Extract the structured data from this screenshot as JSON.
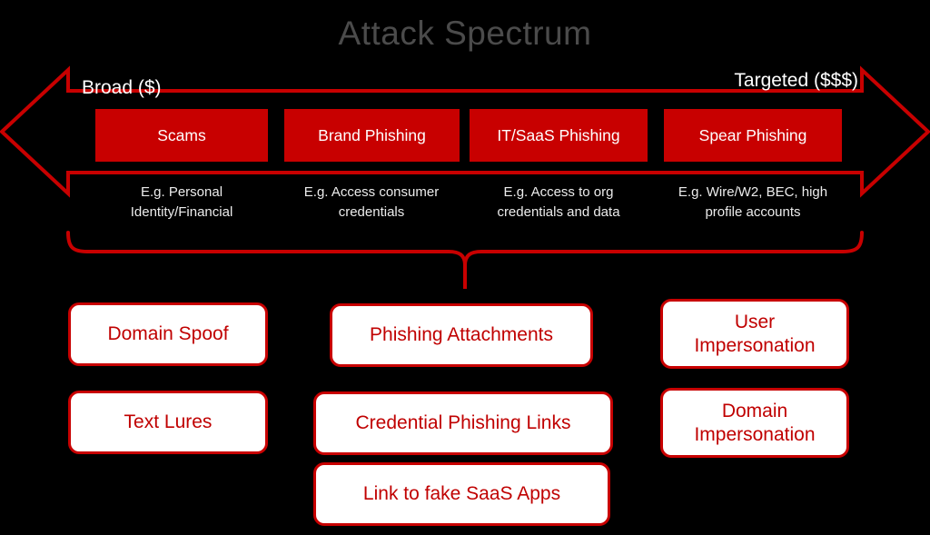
{
  "title": "Attack Spectrum",
  "axis": {
    "left_label": "Broad ($)",
    "right_label": "Targeted ($$$)"
  },
  "colors": {
    "red": "#c80000",
    "text_red": "#c00000",
    "background": "#000000",
    "title_gray": "#4b4b4b",
    "white": "#ffffff"
  },
  "categories": [
    {
      "label": "Scams",
      "example": "E.g. Personal Identity/Financial"
    },
    {
      "label": "Brand Phishing",
      "example": "E.g. Access consumer credentials"
    },
    {
      "label": "IT/SaaS Phishing",
      "example": "E.g. Access to org credentials and data"
    },
    {
      "label": "Spear Phishing",
      "example": "E.g. Wire/W2, BEC, high profile accounts"
    }
  ],
  "tactics": {
    "column1": [
      "Domain Spoof",
      "Text Lures"
    ],
    "column2": [
      "Phishing Attachments",
      "Credential Phishing Links",
      "Link to fake SaaS Apps"
    ],
    "column3": [
      "User Impersonation",
      "Domain Impersonation"
    ]
  }
}
